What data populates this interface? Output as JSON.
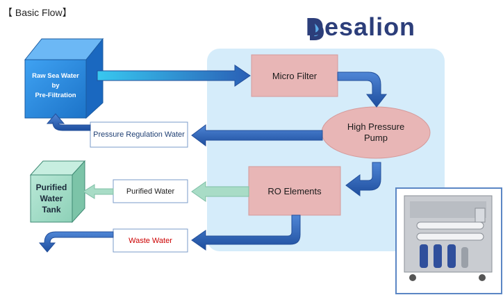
{
  "header": {
    "title": "【 Basic Flow】"
  },
  "logo": {
    "text": "Desalion"
  },
  "nodes": {
    "raw_sea_water": {
      "line1": "Raw Sea Water",
      "line2": "by",
      "line3": "Pre-Filtration"
    },
    "micro_filter": {
      "label": "Micro Filter"
    },
    "high_pressure_pump": {
      "line1": "High Pressure",
      "line2": "Pump"
    },
    "ro_elements": {
      "label": "RO Elements"
    },
    "purified_water_tank": {
      "line1": "Purified",
      "line2": "Water",
      "line3": "Tank"
    }
  },
  "streams": {
    "pressure_regulation": "Pressure Regulation Water",
    "purified_water": "Purified Water",
    "waste_water": "Waste Water"
  },
  "colors": {
    "system_panel": "#d5ecfa",
    "node_fill": "#e8b6b6",
    "flow_arrow": "#2f64b8",
    "purified_arrow": "#a8dcc6",
    "waste_text": "#cc0000",
    "tank_fill": "#a9dfcc",
    "raw_fill": "#2a8ee6"
  }
}
